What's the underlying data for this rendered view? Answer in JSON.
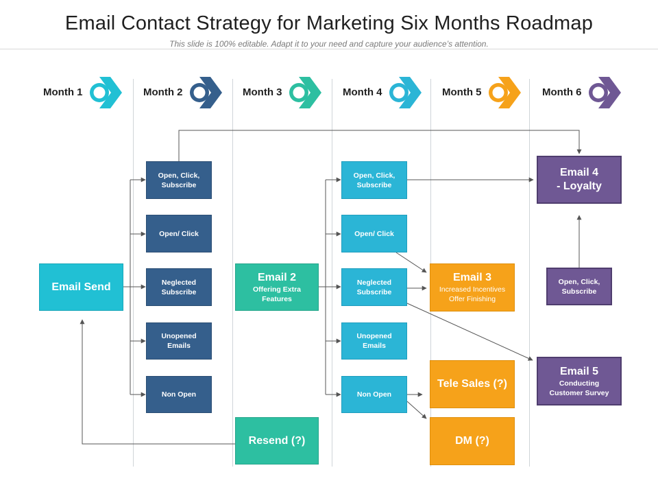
{
  "header": {
    "title": "Email Contact Strategy for Marketing Six Months Roadmap",
    "subtitle": "This slide is 100% editable. Adapt it to your need and capture your audience’s attention."
  },
  "months": [
    {
      "label": "Month 1",
      "color": "#21c0d4"
    },
    {
      "label": "Month 2",
      "color": "#355f8c"
    },
    {
      "label": "Month 3",
      "color": "#2dbfa1"
    },
    {
      "label": "Month 4",
      "color": "#2bb5d6"
    },
    {
      "label": "Month 5",
      "color": "#f6a21a"
    },
    {
      "label": "Month 6",
      "color": "#6f5894"
    }
  ],
  "nodes": {
    "email_send": "Email Send",
    "m2": [
      "Open, Click, Subscribe",
      "Open/ Click",
      "Neglected Subscribe",
      "Unopened Emails",
      "Non Open"
    ],
    "email2": {
      "title": "Email 2",
      "sub": "Offering Extra Features"
    },
    "resend": "Resend (?)",
    "m4": [
      "Open, Click, Subscribe",
      "Open/ Click",
      "Neglected Subscribe",
      "Unopened Emails",
      "Non Open"
    ],
    "email3": {
      "title": "Email 3",
      "sub": "Increased Incentives Offer Finishing"
    },
    "tele_sales": "Tele Sales (?)",
    "dm": "DM (?)",
    "email4": {
      "title": "Email 4",
      "title2": "- Loyalty"
    },
    "m6_open": "Open, Click, Subscribe",
    "email5": {
      "title": "Email 5",
      "sub": "Conducting Customer Survey"
    }
  }
}
